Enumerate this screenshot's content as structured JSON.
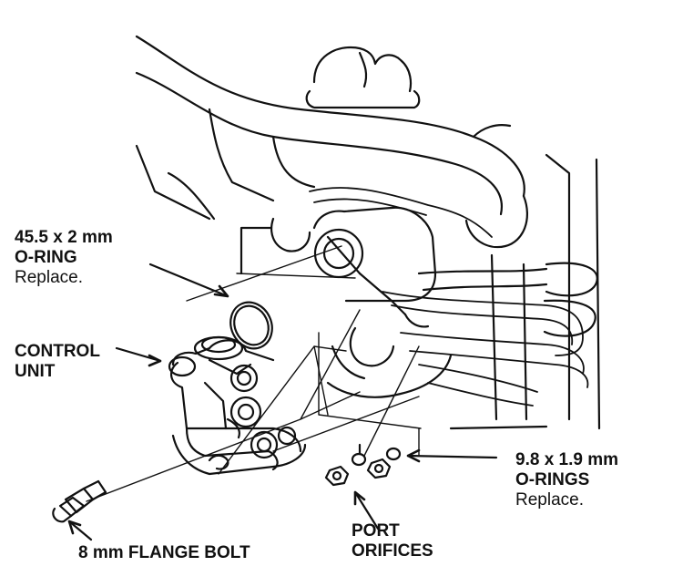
{
  "labels": {
    "oring_large": {
      "size": "45.5 x 2 mm",
      "name": "O-RING",
      "note": "Replace."
    },
    "control_unit": {
      "line1": "CONTROL",
      "line2": "UNIT"
    },
    "flange_bolt": {
      "text": "8 mm FLANGE BOLT"
    },
    "port_orifices": {
      "line1": "PORT",
      "line2": "ORIFICES"
    },
    "orings_small": {
      "size": "9.8 x 1.9 mm",
      "name": "O-RINGS",
      "note": "Replace."
    }
  },
  "colors": {
    "ink": "#111111",
    "paper": "#ffffff"
  }
}
